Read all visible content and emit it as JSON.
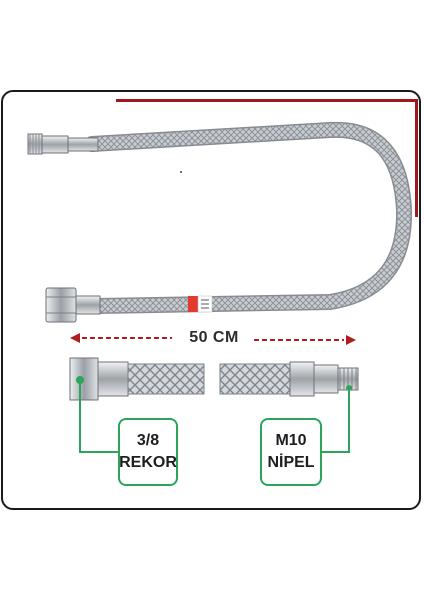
{
  "dimension": {
    "length_label": "50 CM"
  },
  "left_fitting": {
    "line1": "3/8",
    "line2": "REKOR"
  },
  "right_fitting": {
    "line1": "M10",
    "line2": "NİPEL"
  },
  "colors": {
    "accent": "#a0181e",
    "callout": "#2ea35a",
    "dash": "#b01c22"
  }
}
